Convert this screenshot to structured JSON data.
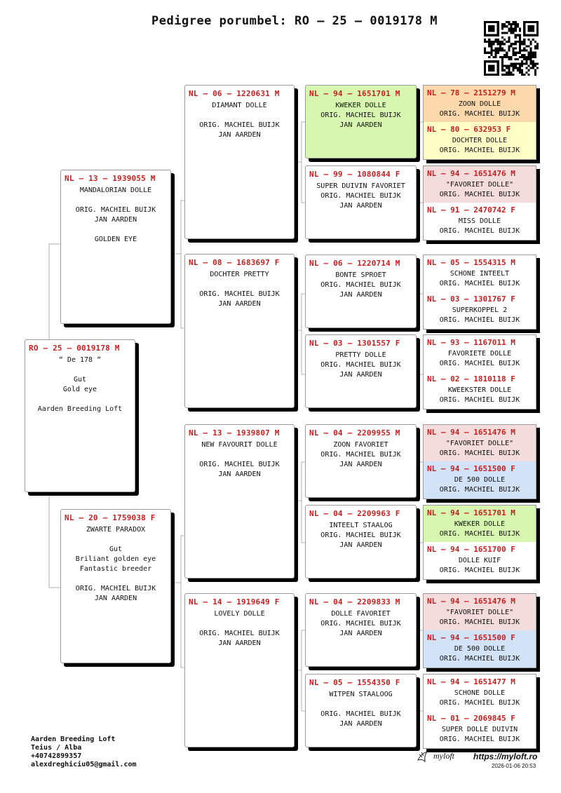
{
  "title": "Pedigree porumbel: RO – 25 – 0019178 M",
  "colors": {
    "orange": "#fcd9ad",
    "yellow": "#fffec7",
    "green": "#d7f7b0",
    "pink": "#f5dcdc",
    "blue": "#d2e2f7",
    "red": "#c62020"
  },
  "subject": {
    "id": "RO – 25 – 0019178 M",
    "body": "“ De 178 “\n\nGut\nGold eye\n\nAarden Breeding Loft"
  },
  "sire": {
    "id": "NL – 13 – 1939055 M",
    "body": "MANDALORIAN DOLLE\n\nORIG. MACHIEL BUIJK\nJAN AARDEN\n\nGOLDEN EYE"
  },
  "dam": {
    "id": "NL – 20 – 1759038 F",
    "body": "ZWARTE PARADOX\n\nGut\nBriliant golden eye\nFantastic breeder\n\nORIG. MACHIEL BUIJK\nJAN AARDEN"
  },
  "gp": [
    {
      "id": "NL – 06 – 1220631 M",
      "body": "DIAMANT DOLLE\n\nORIG. MACHIEL BUIJK\nJAN AARDEN"
    },
    {
      "id": "NL – 08 – 1683697 F",
      "body": "DOCHTER PRETTY\n\nORIG. MACHIEL BUIJK\nJAN AARDEN"
    },
    {
      "id": "NL – 13 – 1939807 M",
      "body": "NEW FAVOURIT DOLLE\n\nORIG. MACHIEL BUIJK\nJAN AARDEN"
    },
    {
      "id": "NL – 14 – 1919649 F",
      "body": "LOVELY DOLLE\n\nORIG. MACHIEL BUIJK\nJAN AARDEN"
    }
  ],
  "ggp": [
    {
      "id": "NL – 94 – 1651701 M",
      "body": "KWEKER DOLLE\nORIG. MACHIEL BUIJK\nJAN AARDEN",
      "color": "green"
    },
    {
      "id": "NL – 99 – 1080844 F",
      "body": "SUPER DUIVIN FAVORIET\nORIG. MACHIEL BUIJK\nJAN AARDEN",
      "color": "white"
    },
    {
      "id": "NL – 06 – 1220714 M",
      "body": "BONTE SPROET\nORIG. MACHIEL BUIJK\nJAN AARDEN",
      "color": "white"
    },
    {
      "id": "NL – 03 – 1301557 F",
      "body": "PRETTY DOLLE\nORIG. MACHIEL BUIJK\nJAN AARDEN",
      "color": "white"
    },
    {
      "id": "NL – 04 – 2209955 M",
      "body": "ZOON FAVORIET\nORIG. MACHIEL BUIJK\nJAN AARDEN",
      "color": "white"
    },
    {
      "id": "NL – 04 – 2209963 F",
      "body": "INTEELT STAALOG\nORIG. MACHIEL BUIJK\nJAN AARDEN",
      "color": "white"
    },
    {
      "id": "NL – 04 – 2209833 M",
      "body": "DOLLE FAVORIET\nORIG. MACHIEL BUIJK\nJAN AARDEN",
      "color": "white"
    },
    {
      "id": "NL – 05 – 1554350 F",
      "body": "WITPEN STAALOOG\n\nORIG. MACHIEL BUIJK\nJAN AARDEN",
      "color": "white"
    }
  ],
  "gggp": [
    {
      "id": "NL – 78 – 2151279 M",
      "body": "ZOON DOLLE\nORIG. MACHIEL BUIJK",
      "color": "orange"
    },
    {
      "id": "NL – 80 – 632953 F",
      "body": "DOCHTER DOLLE\nORIG. MACHIEL BUIJK",
      "color": "yellow"
    },
    {
      "id": "NL – 94 – 1651476 M",
      "body": "\"FAVORIET DOLLE\"\nORIG. MACHIEL BUIJK",
      "color": "pink"
    },
    {
      "id": "NL – 91 – 2470742 F",
      "body": "MISS DOLLE\nORIG. MACHIEL BUIJK",
      "color": "white"
    },
    {
      "id": "NL – 05 – 1554315 M",
      "body": "SCHONE INTEELT\nORIG. MACHIEL BUIJK",
      "color": "white"
    },
    {
      "id": "NL – 03 – 1301767 F",
      "body": "SUPERKOPPEL 2\nORIG. MACHIEL BUIJK",
      "color": "white"
    },
    {
      "id": "NL – 93 – 1167011 M",
      "body": "FAVORIETE DOLLE\nORIG. MACHIEL BUIJK",
      "color": "white"
    },
    {
      "id": "NL – 02 – 1810118 F",
      "body": "KWEEKSTER DOLLE\nORIG. MACHIEL BUIJK",
      "color": "white"
    },
    {
      "id": "NL – 94 – 1651476 M",
      "body": "\"FAVORIET DOLLE\"\nORIG. MACHIEL BUIJK",
      "color": "pink"
    },
    {
      "id": "NL – 94 – 1651500 F",
      "body": "DE 500 DOLLE\nORIG. MACHIEL BUIJK",
      "color": "blue"
    },
    {
      "id": "NL – 94 – 1651701 M",
      "body": "KWEKER DOLLE\nORIG. MACHIEL BUIJK",
      "color": "green"
    },
    {
      "id": "NL – 94 – 1651700 F",
      "body": "DOLLE KUIF\nORIG. MACHIEL BUIJK",
      "color": "white"
    },
    {
      "id": "NL – 94 – 1651476 M",
      "body": "\"FAVORIET DOLLE\"\nORIG. MACHIEL BUIJK",
      "color": "pink"
    },
    {
      "id": "NL – 94 – 1651500 F",
      "body": "DE 500 DOLLE\nORIG. MACHIEL BUIJK",
      "color": "blue"
    },
    {
      "id": "NL – 94 – 1651477 M",
      "body": "SCHONE DOLLE\nORIG. MACHIEL BUIJK",
      "color": "white"
    },
    {
      "id": "NL – 01 – 2069845 F",
      "body": "SUPER DOLLE DUIVIN\nORIG. MACHIEL BUIJK",
      "color": "white"
    }
  ],
  "footer": {
    "loft": "Aarden Breeding Loft",
    "location": "Teius / Alba",
    "phone": "+40742899357",
    "email": "alexdreghiciu05@gmail.com"
  },
  "brand": {
    "logo": "myloft",
    "site": "https://myloft.ro",
    "timestamp": "2026-01-06 20:53"
  }
}
